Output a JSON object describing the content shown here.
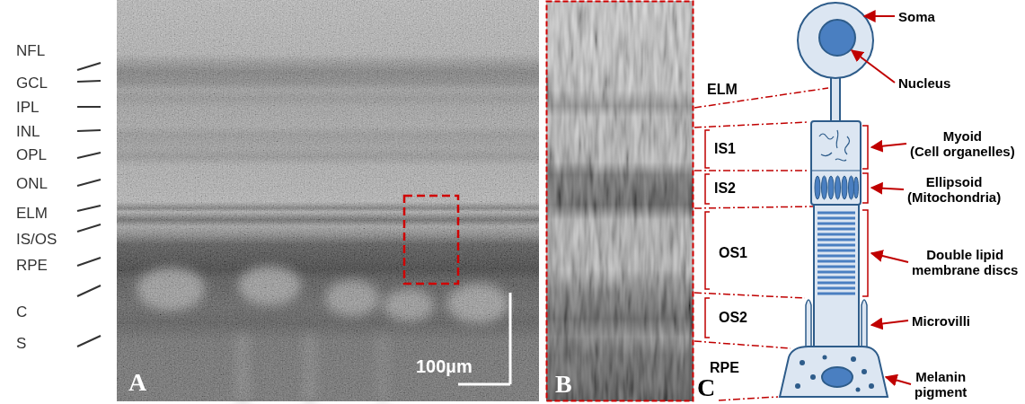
{
  "diagram": {
    "labels": [
      "NFL",
      "GCL",
      "IPL",
      "INL",
      "OPL",
      "ONL",
      "ELM",
      "IS/OS",
      "RPE",
      "C",
      "S",
      "100µm",
      "A",
      "B",
      "ELM",
      "IS1",
      "IS2",
      "OS1",
      "OS2",
      "RPE",
      "C",
      "Soma",
      "Nucleus",
      "Myoid (Cell organelles)",
      "Ellipsoid (Mitochondria)",
      "Double lipid membrane discs",
      "Microvilli",
      "Melanin pigment"
    ]
  }
}
